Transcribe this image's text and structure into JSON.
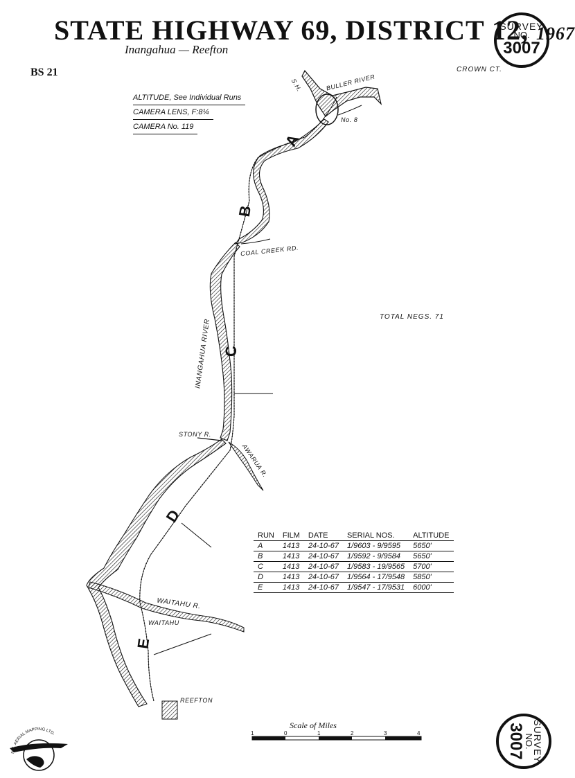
{
  "title": {
    "main": "STATE HIGHWAY 69",
    "district": ", DISTRICT 12,",
    "year": "1967"
  },
  "subtitle": "Inangahua — Reefton",
  "sheet_code": "BS 21",
  "crown_copyright": "CROWN CT.",
  "badge": {
    "line1": "SURVEY",
    "line2": "NO.",
    "number": "3007"
  },
  "info": {
    "altitude": "ALTITUDE, See Individual Runs",
    "lens": "CAMERA LENS, F:8¼",
    "camera": "CAMERA No. 119"
  },
  "total_negs": "TOTAL NEGS. 71",
  "map_labels": {
    "sh": "S.H.",
    "buller_river": "BULLER RIVER",
    "no8": "No. 8",
    "coal_creek": "COAL CREEK RD.",
    "inangahua_river": "INANGAHUA RIVER",
    "stony_r": "STONY R.",
    "awarua_r": "AWARUA R.",
    "waitahu_r": "WAITAHU R.",
    "waitahu": "WAITAHU",
    "reefton": "REEFTON"
  },
  "run_letters": [
    "A",
    "B",
    "C",
    "D",
    "E"
  ],
  "table": {
    "headers": [
      "RUN",
      "FILM",
      "DATE",
      "SERIAL NOS.",
      "ALTITUDE"
    ],
    "rows": [
      [
        "A",
        "1413",
        "24-10-67",
        "1/9603 - 9/9595",
        "5650'"
      ],
      [
        "B",
        "1413",
        "24-10-67",
        "1/9592 - 9/9584",
        "5650'"
      ],
      [
        "C",
        "1413",
        "24-10-67",
        "1/9583 - 19/9565",
        "5700'"
      ],
      [
        "D",
        "1413",
        "24-10-67",
        "1/9564 - 17/9548",
        "5850'"
      ],
      [
        "E",
        "1413",
        "24-10-67",
        "1/9547 - 17/9531",
        "6000'"
      ]
    ]
  },
  "scale": {
    "label": "Scale of Miles",
    "ticks": [
      "1",
      "0",
      "1",
      "2",
      "3",
      "4"
    ]
  },
  "logo_text": "N.Z. AERIAL MAPPING LTD."
}
